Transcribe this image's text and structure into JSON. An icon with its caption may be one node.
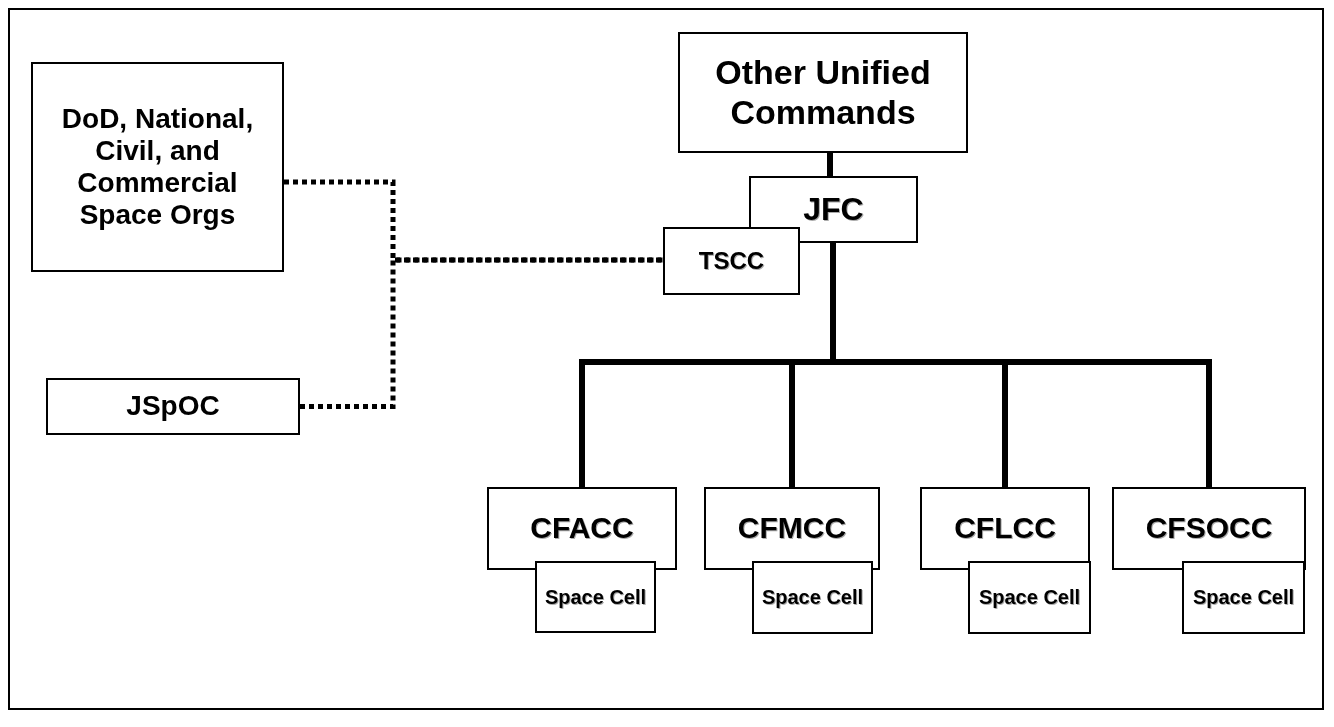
{
  "diagram": {
    "nodes": [
      {
        "text": [
          "Other Unified Commands"
        ]
      },
      {
        "text": [
          "JFC"
        ]
      },
      {
        "text": [
          "TSCC"
        ]
      },
      {
        "text": [
          "DoD, National, Civil, and Commercial Space Orgs"
        ]
      },
      {
        "text": [
          "JSpOC"
        ]
      },
      {
        "text": [
          "CFACC"
        ]
      },
      {
        "text": [
          "Space Cell"
        ]
      },
      {
        "text": [
          "CFMCC"
        ]
      },
      {
        "text": [
          "Space Cell"
        ]
      },
      {
        "text": [
          "CFLCC"
        ]
      },
      {
        "text": [
          "Space Cell"
        ]
      },
      {
        "text": [
          "CFSOCC"
        ]
      },
      {
        "text": [
          "Space Cell"
        ]
      }
    ],
    "edges": [
      {
        "from": 0,
        "to": 1,
        "arrow": "none"
      },
      {
        "from": 1,
        "to": 5,
        "arrow": "none"
      },
      {
        "from": 1,
        "to": 7,
        "arrow": "none"
      },
      {
        "from": 1,
        "to": 9,
        "arrow": "none"
      },
      {
        "from": 1,
        "to": 11,
        "arrow": "none"
      },
      {
        "from": 3,
        "to": 2,
        "arrow": "none",
        "style": "dashed"
      },
      {
        "from": 4,
        "to": 2,
        "arrow": "none",
        "style": "dashed"
      }
    ]
  }
}
